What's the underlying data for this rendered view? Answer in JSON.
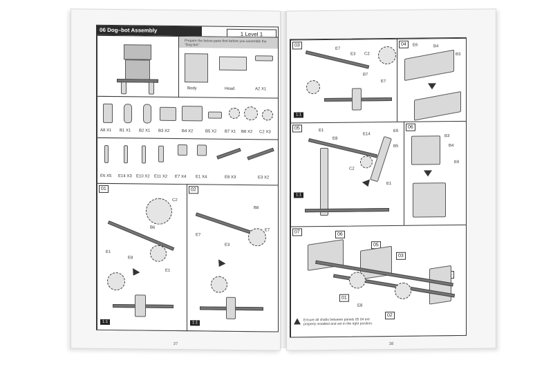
{
  "left_page": {
    "title": "06 Dog–bot Assembly",
    "level": "1 Level 1",
    "prep_note": "Prepare the below parts first before you assemble the \"Dog-bot\".",
    "main_parts": [
      {
        "label": "Body"
      },
      {
        "label": "Head"
      },
      {
        "label": "A2 X1"
      }
    ],
    "parts_row1": [
      "A8 X1",
      "B1 X1",
      "B2 X1",
      "B3 X2",
      "B4 X2",
      "B5 X2",
      "B7 X1",
      "B8 X2",
      "C2 X3"
    ],
    "parts_row2": [
      "E6 X5",
      "E14 X3",
      "E10 X2",
      "E11 X2",
      "E7 X4",
      "E1 X4",
      "E8 X3",
      "E3 X2"
    ],
    "step01": {
      "num": "01",
      "labels": [
        "C2",
        "B6",
        "E1",
        "E8",
        "E1"
      ],
      "scale": "1:1"
    },
    "step02": {
      "num": "02",
      "labels": [
        "B8",
        "E7",
        "E3",
        "E7"
      ],
      "scale": "1:1"
    },
    "page_number": "37"
  },
  "right_page": {
    "step03": {
      "num": "03",
      "labels": [
        "E7",
        "E3",
        "C2",
        "B7",
        "E7"
      ],
      "scale": "1:1"
    },
    "step04": {
      "num": "04",
      "labels": [
        "E6",
        "B4",
        "B3"
      ]
    },
    "step05": {
      "num": "05",
      "labels": [
        "E1",
        "E8",
        "E14",
        "E6",
        "B5",
        "C2",
        "E1"
      ],
      "scale": "1:1"
    },
    "step06": {
      "num": "06",
      "labels": [
        "B3",
        "B4",
        "E6"
      ]
    },
    "step07": {
      "num": "07",
      "callouts": [
        "06",
        "05",
        "03",
        "04",
        "01",
        "02"
      ],
      "labels": [
        "E8"
      ]
    },
    "warning": "Ensure all shafts between panels 05 04 are properly installed and set in the right position.",
    "page_number": "38"
  }
}
